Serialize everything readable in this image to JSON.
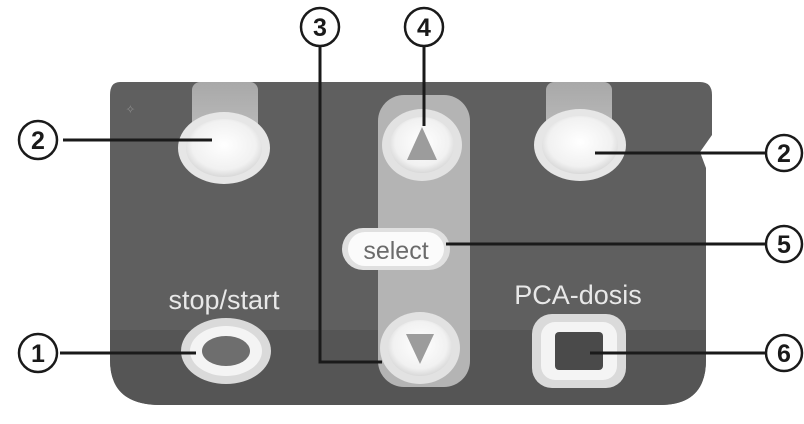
{
  "keypad": {
    "stop_start_label": "stop/start",
    "select_label": "select",
    "pca_label": "PCA-dosis"
  },
  "callouts": [
    "1",
    "2",
    "2",
    "3",
    "4",
    "5",
    "6"
  ],
  "colors": {
    "panel": "#5f5f5f",
    "panel_dark": "#3c3c3c",
    "key_face": "#f5f5f5",
    "key_rim": "#bdbdbd",
    "stop_led": "#6e6e6e",
    "pca_led": "#4a4a4a",
    "line": "#1a1a1a"
  },
  "icons": {
    "up": "arrow-up-triangle-icon",
    "down": "arrow-down-triangle-icon"
  }
}
